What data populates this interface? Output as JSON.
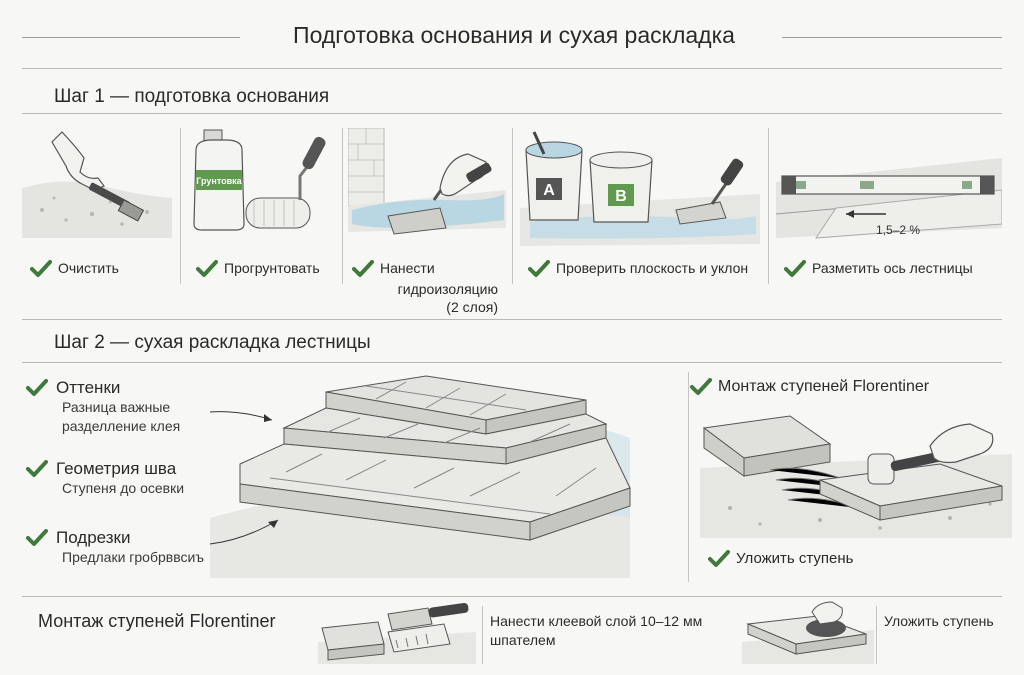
{
  "title": "Подготовка основания и сухая раскладка",
  "step1": {
    "title": "Шаг 1 — подготовка основания",
    "items": [
      {
        "label": "Очистить"
      },
      {
        "label": "Прогрунтовать",
        "bottle_label": "Грунтовка"
      },
      {
        "label_line1": "Нанести",
        "label_line2": "гидроизоляцию",
        "label_line3": "(2 слоя)"
      },
      {
        "label": "Проверить плоскость и уклон",
        "bucket_a": "A",
        "bucket_b": "B"
      },
      {
        "label": "Разметить ось лестницы",
        "slope": "1,5–2 %"
      }
    ]
  },
  "step2": {
    "title": "Шаг 2 — сухая раскладка лестницы",
    "features": [
      {
        "head": "Оттенки",
        "sub1": "Разница важные",
        "sub2": "разделление клея"
      },
      {
        "head": "Геометрия шва",
        "sub1": "Ступеня до осевки"
      },
      {
        "head": "Подрезки",
        "sub1": "Предлаки гробрввсиъ"
      }
    ],
    "right": {
      "title": "Монтаж ступеней Florentiner",
      "action": "Уложить ступень"
    }
  },
  "bottom": {
    "title": "Монтаж ступеней Florentiner",
    "text1_line1": "Нанести клеевой слой 10–12 мм",
    "text1_line2": "шпателем",
    "text2": "Уложить ступень"
  },
  "colors": {
    "check": "#3f7a3a",
    "water": "#b9d6e3",
    "bottle_label": "#5f9a4f",
    "level": "#8aa88a"
  }
}
